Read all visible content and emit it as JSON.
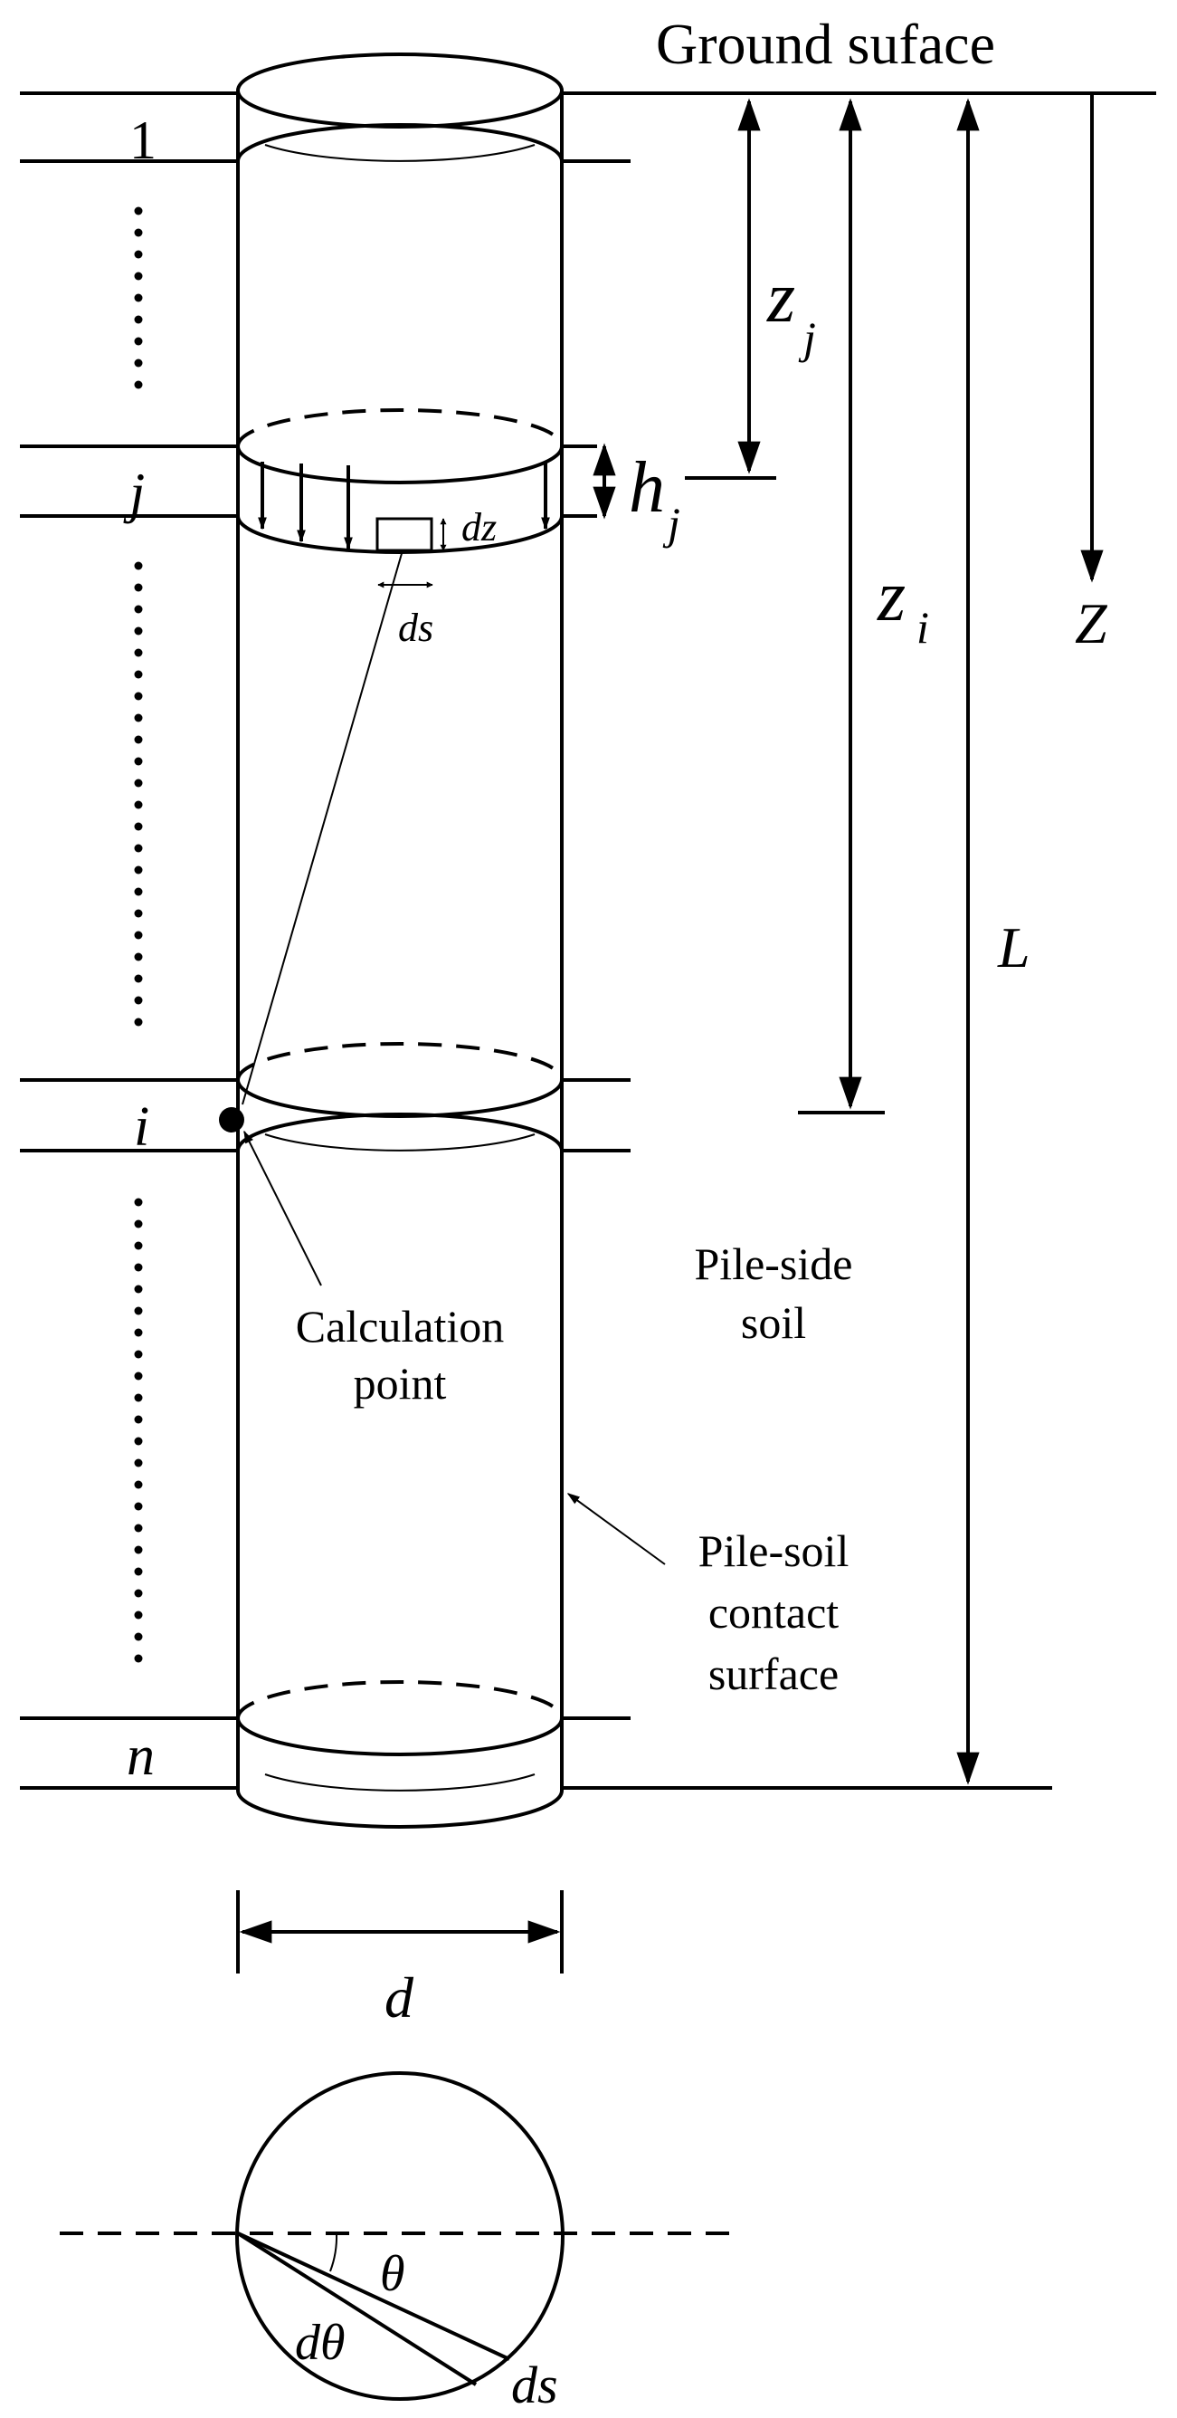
{
  "labels": {
    "ground_surface": "Ground suface",
    "layer_first": "1",
    "layer_j": "j",
    "layer_i": "i",
    "layer_n": "n",
    "z_j_base": "z",
    "z_j_sub": "j",
    "h_j_base": "h",
    "h_j_sub": "j",
    "z_i_base": "z",
    "z_i_sub": "i",
    "depth_axis": "Z",
    "pile_length": "L",
    "dz": "dz",
    "ds_element": "ds",
    "diameter": "d",
    "calc_point_line1": "Calculation",
    "calc_point_line2": "point",
    "pile_side_soil_line1": "Pile-side",
    "pile_side_soil_line2": "soil",
    "contact_line1": "Pile-soil",
    "contact_line2": "contact",
    "contact_line3": "surface",
    "theta": "θ",
    "d_theta": "dθ",
    "ds_section": "ds"
  }
}
